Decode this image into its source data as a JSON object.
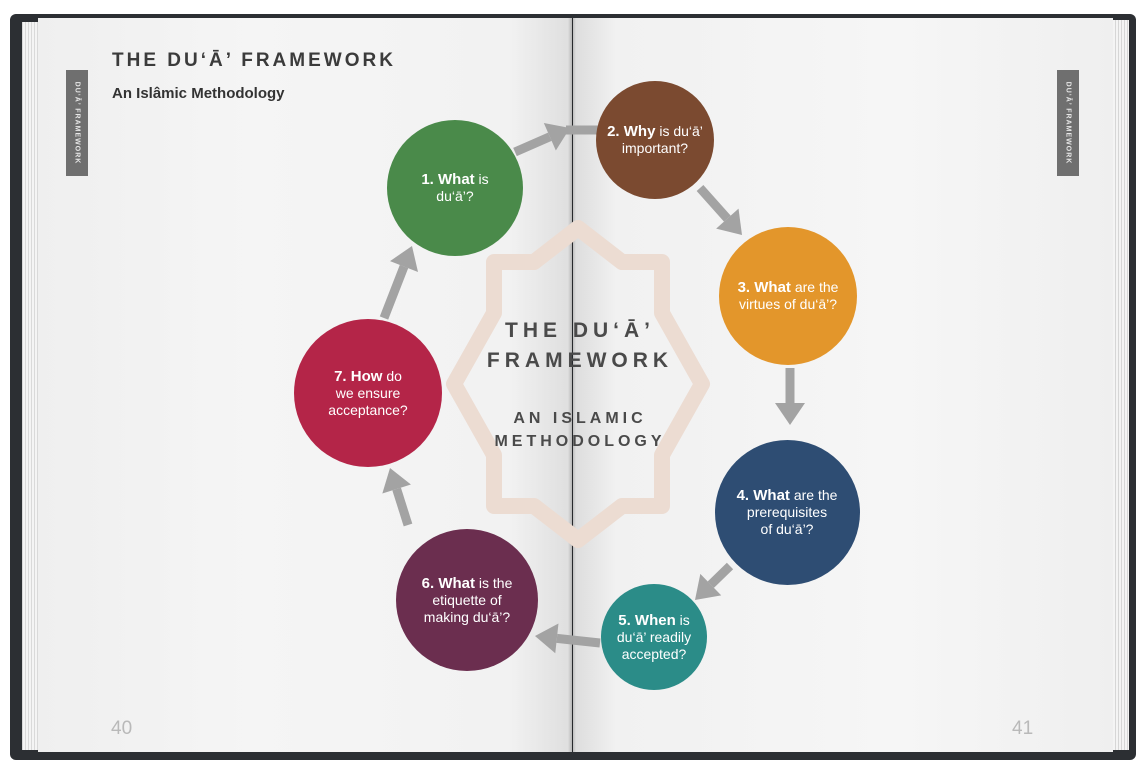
{
  "header": {
    "title": "THE DU‘Ā’ FRAMEWORK",
    "subtitle": "An Islâmic Methodology",
    "running_head": "DU‘Ā’ FRAMEWORK"
  },
  "pages": {
    "left_number": "40",
    "right_number": "41"
  },
  "center": {
    "title_line1": "THE DU‘Ā’",
    "title_line2": "FRAMEWORK",
    "sub_line1": "AN ISLAMIC",
    "sub_line2": "METHODOLOGY"
  },
  "steps": [
    {
      "number": "1.",
      "keyword": "What",
      "rest_line1": " is",
      "rest_line2": "du‘ā’?",
      "color": "#4a8a4a"
    },
    {
      "number": "2.",
      "keyword": "Why",
      "rest_line1": " is du‘ā’",
      "rest_line2": "important?",
      "color": "#7b4a30"
    },
    {
      "number": "3.",
      "keyword": "What",
      "rest_line1": " are the",
      "rest_line2": "virtues of du‘ā’?",
      "color": "#e3962b"
    },
    {
      "number": "4.",
      "keyword": "What",
      "rest_line1": " are the",
      "rest_line2": "prerequisites",
      "rest_line3": "of du‘ā’?",
      "color": "#2e4d73"
    },
    {
      "number": "5.",
      "keyword": "When",
      "rest_line1": " is",
      "rest_line2": "du‘ā’ readily",
      "rest_line3": "accepted?",
      "color": "#2b8c88"
    },
    {
      "number": "6.",
      "keyword": "What",
      "rest_line1": " is the",
      "rest_line2": "etiquette of",
      "rest_line3": "making du‘ā’?",
      "color": "#6b2e4f"
    },
    {
      "number": "7.",
      "keyword": "How",
      "rest_line1": " do",
      "rest_line2": "we ensure",
      "rest_line3": "acceptance?",
      "color": "#b42548"
    }
  ],
  "colors": {
    "arrow": "#a3a3a3",
    "ink": "#3b3b3b"
  }
}
